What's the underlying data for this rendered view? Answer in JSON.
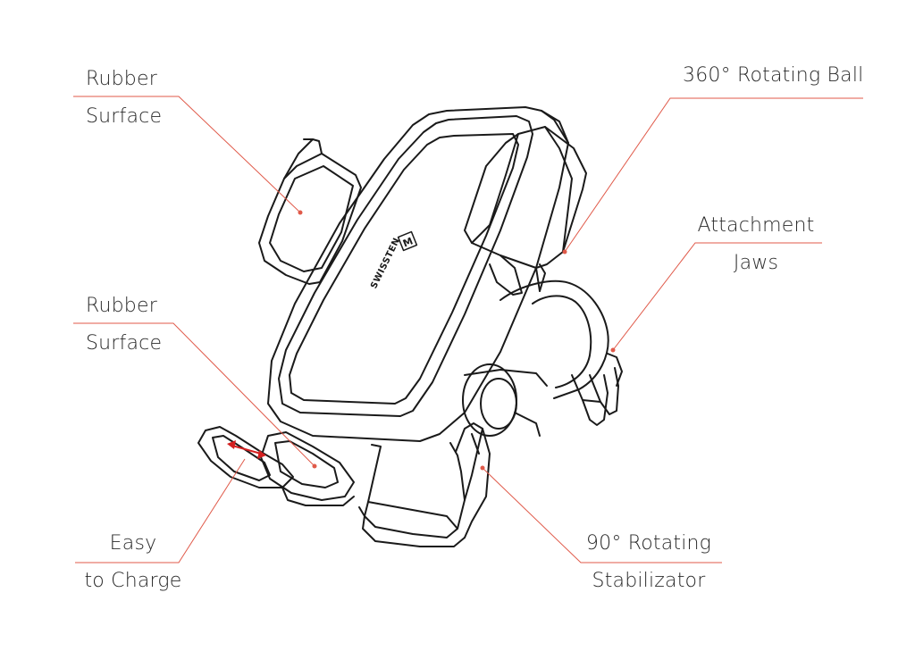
{
  "colors": {
    "line": "#1a1a1a",
    "leader": "#e05a4a",
    "arrow": "#d42020",
    "text": "#2a2a2a"
  },
  "brand": {
    "logo_text": "SWISSTEN",
    "logo_mark": "M"
  },
  "callouts": [
    {
      "id": "rubber-top",
      "lines": [
        "Rubber",
        "Surface"
      ]
    },
    {
      "id": "rubber-bottom",
      "lines": [
        "Rubber",
        "Surface"
      ]
    },
    {
      "id": "charge",
      "lines": [
        "Easy",
        "to Charge"
      ]
    },
    {
      "id": "ball",
      "lines": [
        "360° Rotating Ball"
      ]
    },
    {
      "id": "jaws",
      "lines": [
        "Attachment",
        "Jaws"
      ]
    },
    {
      "id": "stabilizator",
      "lines": [
        "90° Rotating",
        "Stabilizator"
      ]
    }
  ]
}
